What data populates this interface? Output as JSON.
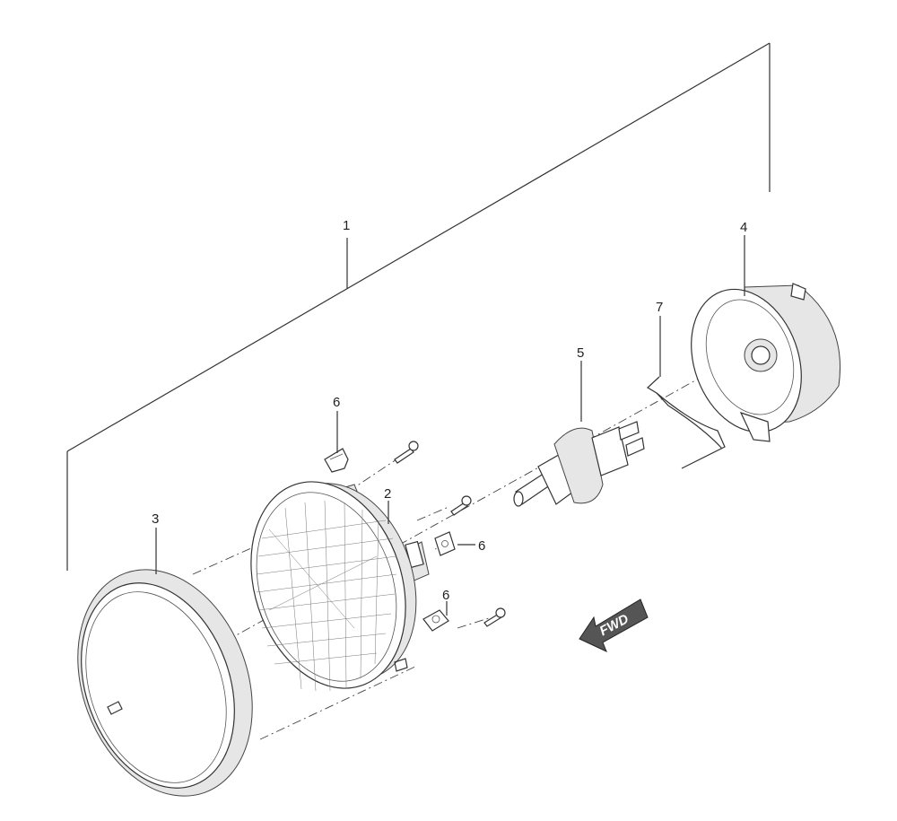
{
  "callouts": {
    "c1": "1",
    "c2": "2",
    "c3": "3",
    "c4": "4",
    "c5": "5",
    "c6a": "6",
    "c6b": "6",
    "c6c": "6",
    "c7": "7"
  },
  "fwd_label": "FWD"
}
